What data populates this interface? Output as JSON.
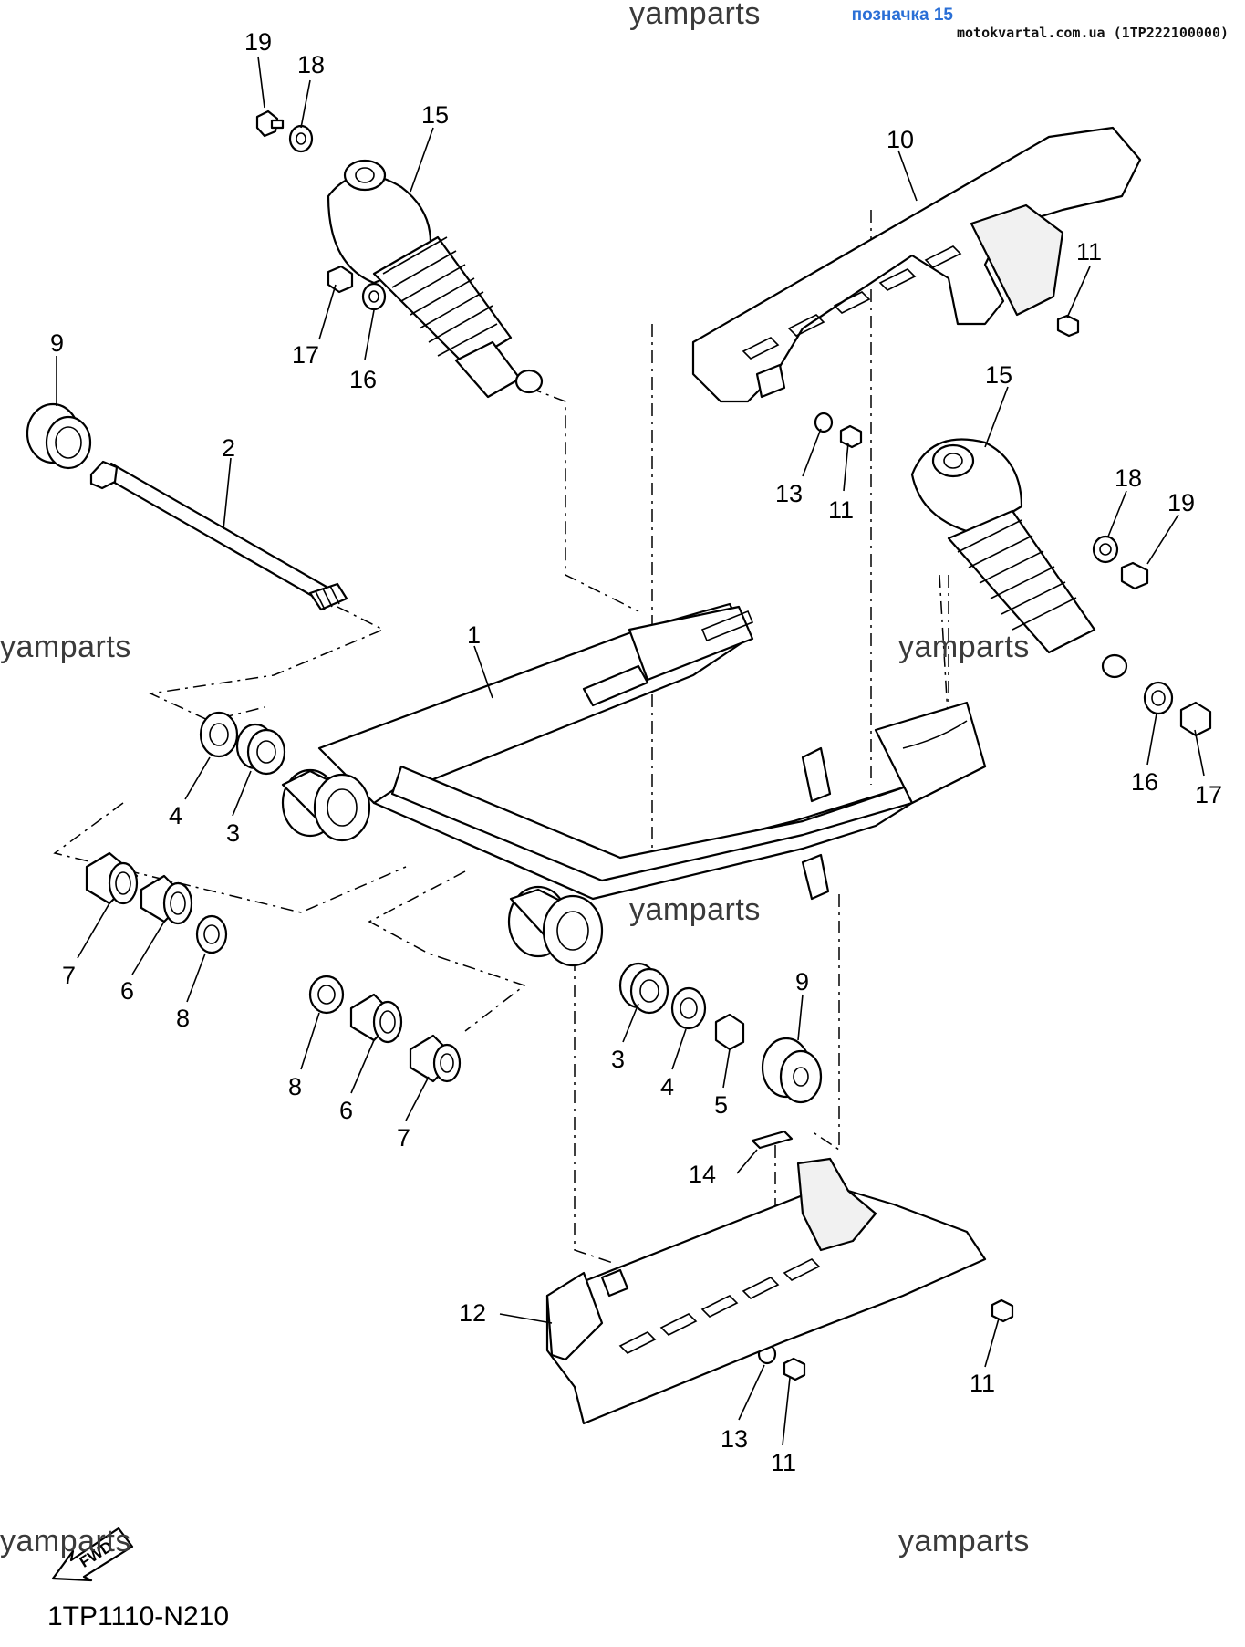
{
  "header": {
    "label": "позначка 15",
    "source": "motokvartal.com.ua (1TP222100000)"
  },
  "watermark": "yamparts",
  "diagram_code": "1TP1110-N210",
  "fwd_arrow": "FWD",
  "callouts": [
    "19",
    "18",
    "15",
    "17",
    "16",
    "9",
    "2",
    "1",
    "4",
    "3",
    "7",
    "6",
    "8",
    "8",
    "6",
    "7",
    "3",
    "4",
    "5",
    "9",
    "10",
    "11",
    "13",
    "11",
    "15",
    "18",
    "19",
    "16",
    "17",
    "14",
    "12",
    "11",
    "13",
    "11"
  ]
}
